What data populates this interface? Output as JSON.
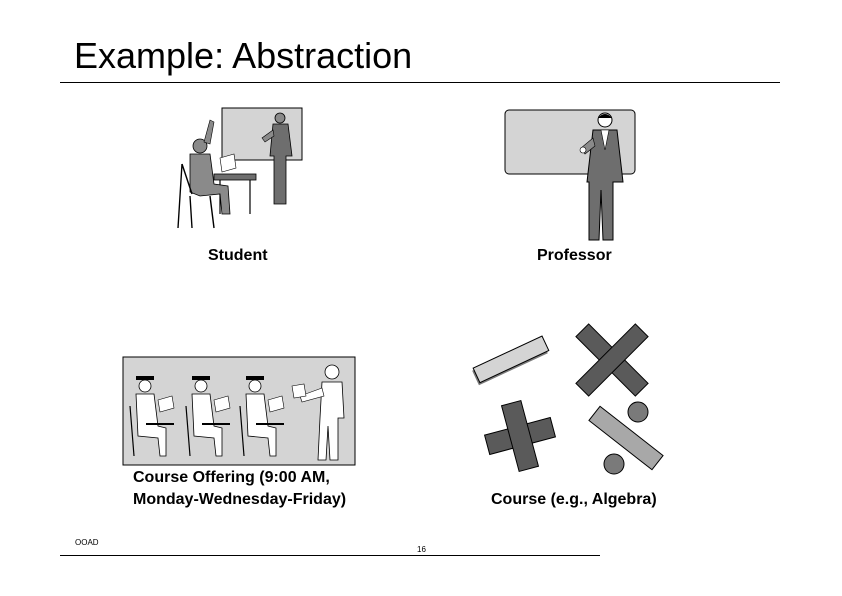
{
  "slide": {
    "title": "Example: Abstraction",
    "labels": {
      "student": "Student",
      "professor": "Professor",
      "course_offering_line1": "Course Offering (9:00 AM,",
      "course_offering_line2": "Monday-Wednesday-Friday)",
      "course": "Course (e.g., Algebra)"
    },
    "footer": {
      "left": "OOAD",
      "page_number": "16"
    }
  },
  "colors": {
    "board": "#d4d4d4",
    "figure_dark": "#6e6e6e",
    "figure_mid": "#8a8a8a",
    "outline": "#000000"
  }
}
